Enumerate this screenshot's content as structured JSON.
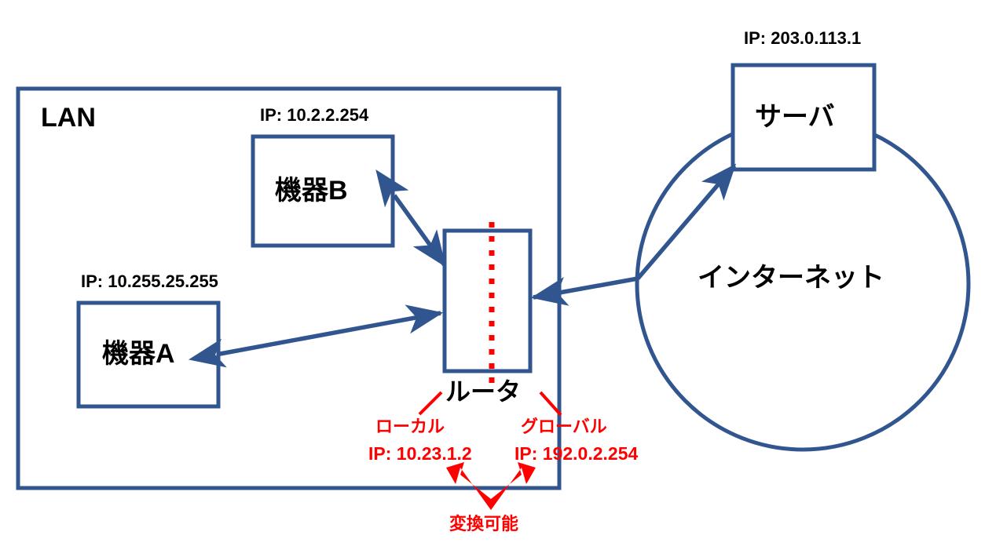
{
  "diagram": {
    "title": "NAT / LAN to Internet network diagram",
    "colors": {
      "line_blue": "#31568F",
      "accent_red": "#FF0000",
      "text_black": "#000000",
      "background": "#FFFFFF"
    }
  },
  "lan": {
    "label": "LAN"
  },
  "nodes": {
    "device_b": {
      "label": "機器B",
      "ip": "IP: 10.2.2.254"
    },
    "device_a": {
      "label": "機器A",
      "ip": "IP: 10.255.25.255"
    },
    "router": {
      "label": "ルータ",
      "local_title": "ローカル",
      "local_ip": "IP: 10.23.1.2",
      "global_title": "グローバル",
      "global_ip": "IP: 192.0.2.254",
      "translation_note": "変換可能"
    },
    "internet": {
      "label": "インターネット"
    },
    "server": {
      "label": "サーバ",
      "ip": "IP: 203.0.113.1"
    }
  }
}
